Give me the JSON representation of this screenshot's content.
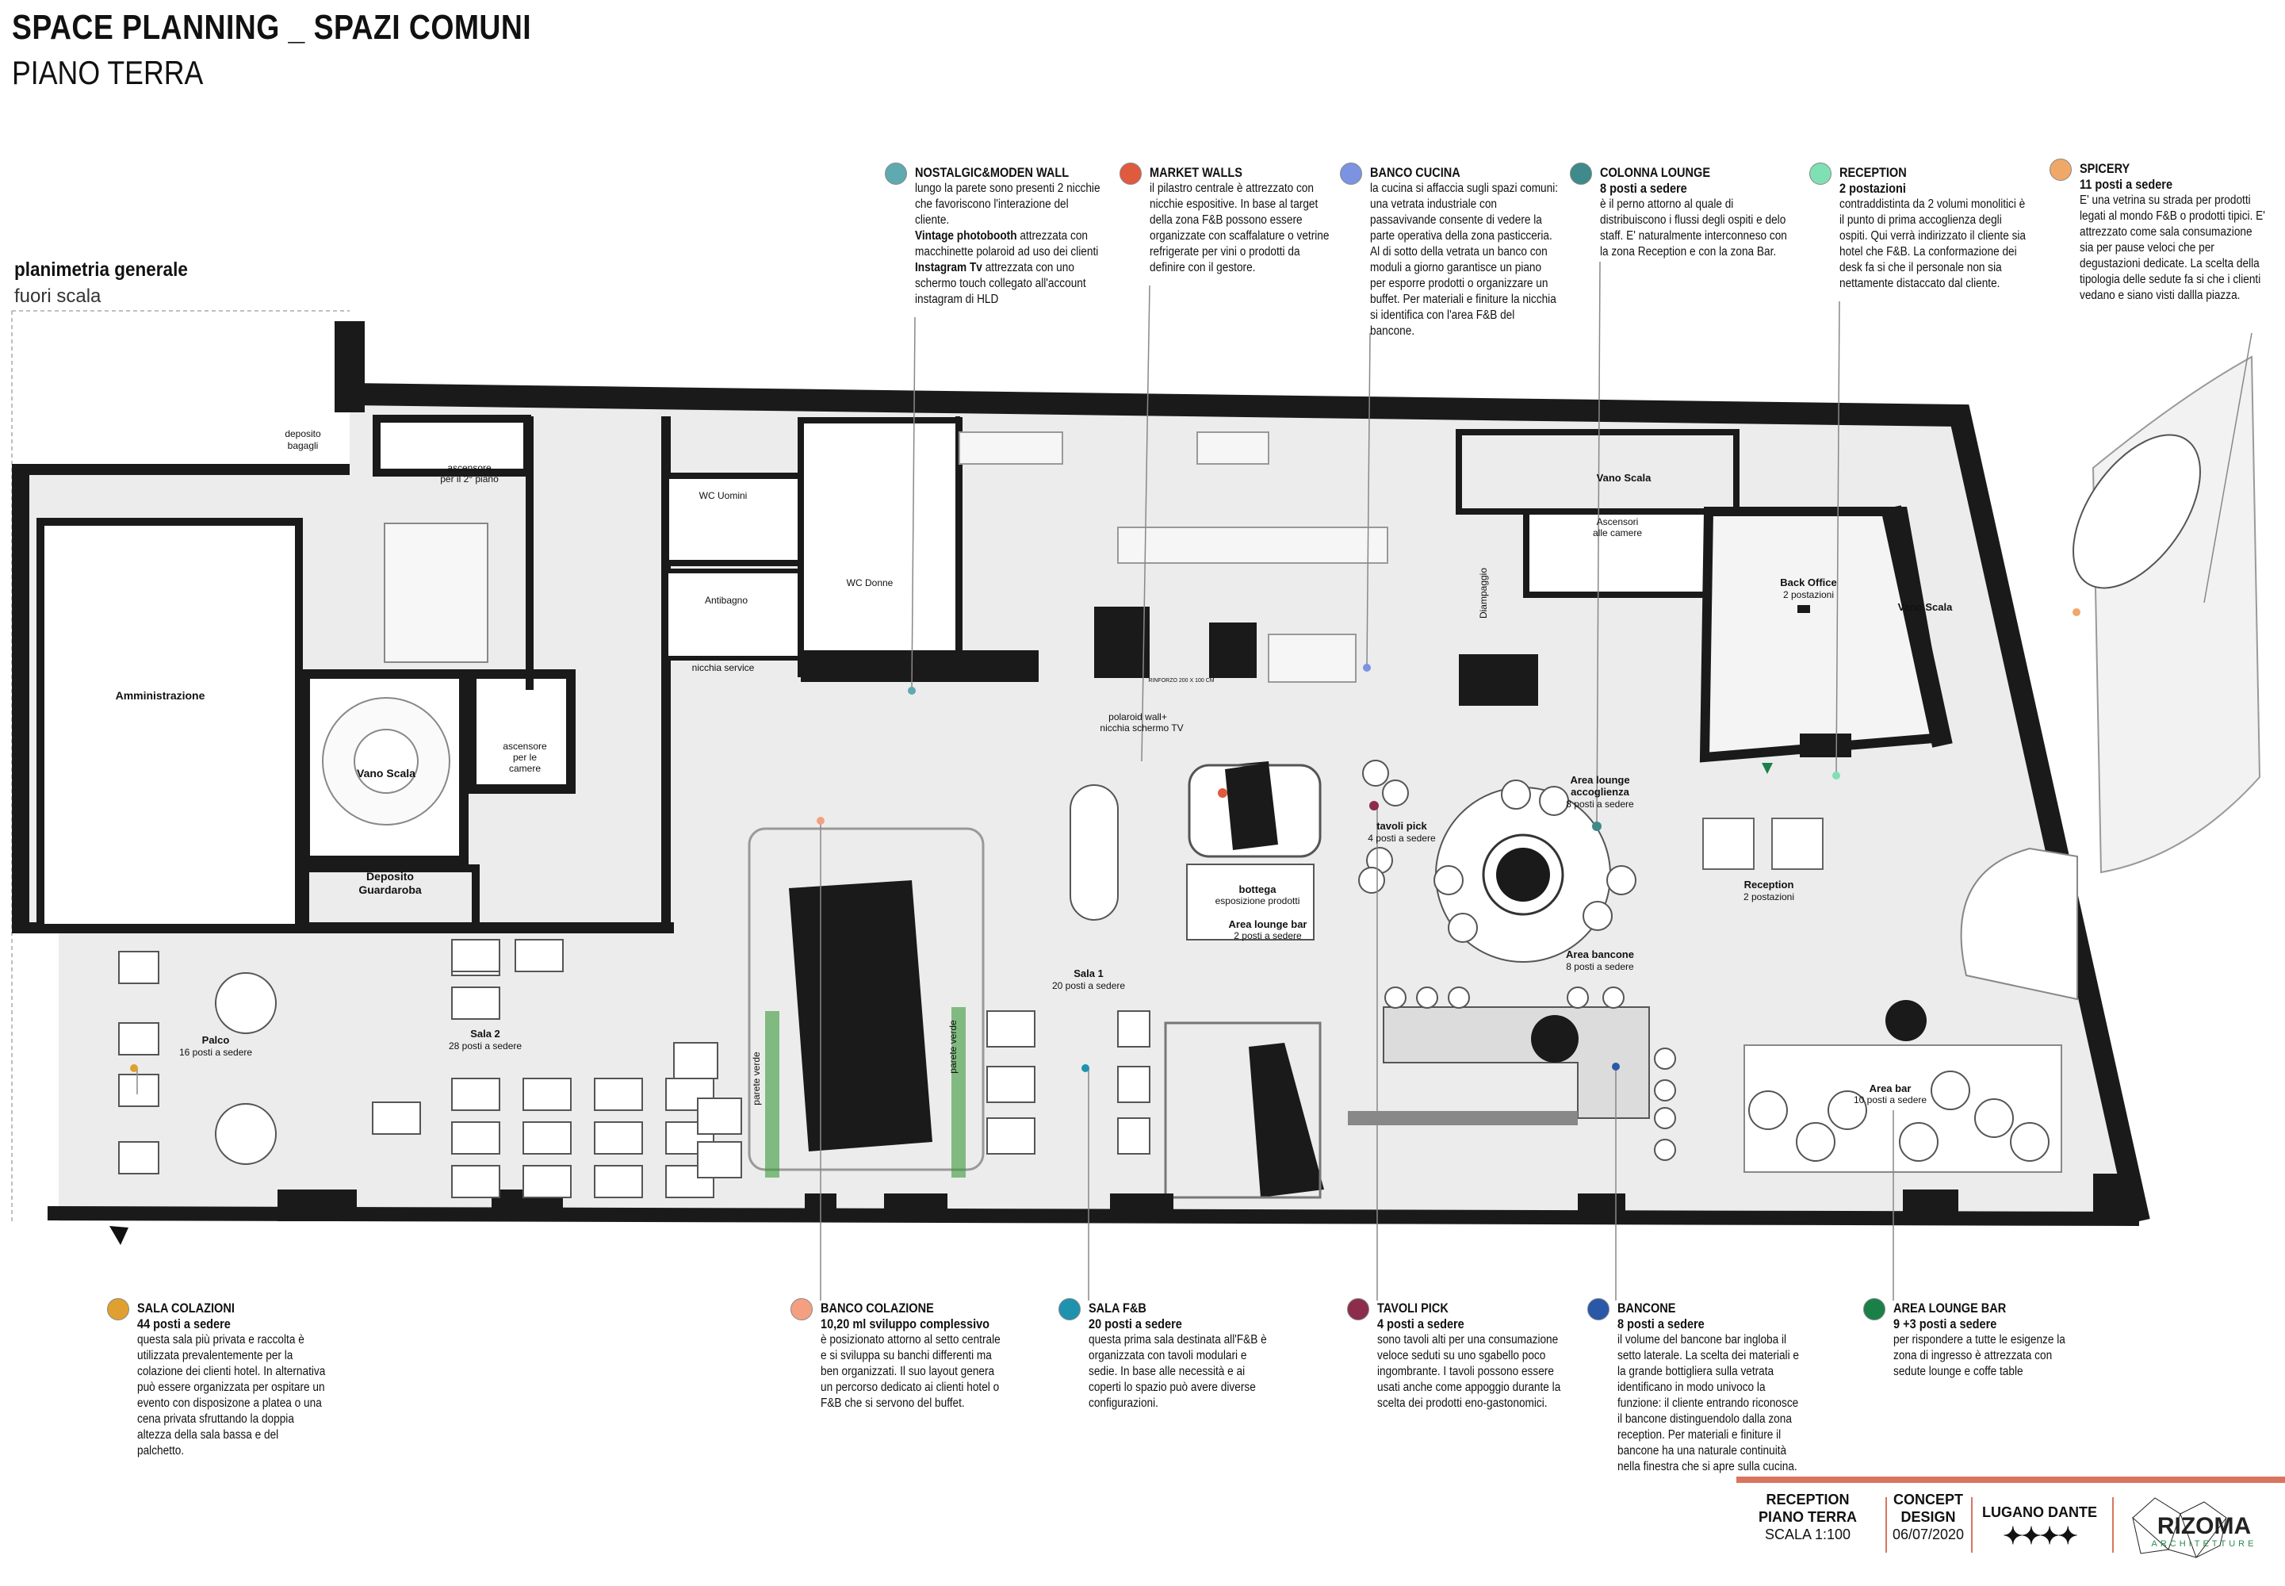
{
  "header": {
    "title": "SPACE PLANNING _ SPAZI COMUNI",
    "subtitle": "PIANO TERRA"
  },
  "plan": {
    "heading": "planimetria generale",
    "scale_note": "fuori scala"
  },
  "top_notes": [
    {
      "title": "NOSTALGIC&MODEN WALL",
      "color": "#5fa9b1",
      "lines": [
        "lungo la parete sono presenti 2 nicchie che favoriscono l'interazione del cliente."
      ],
      "b1": "Vintage photobooth",
      "t1": " attrezzata con macchinette polaroid ad uso dei clienti",
      "b2": "Instagram Tv",
      "t2": " attrezzata con uno schermo touch collegato all'account instagram di HLD"
    },
    {
      "title": "MARKET WALLS",
      "color": "#e05a3e",
      "text": "il pilastro centrale è attrezzato con nicchie espositive. In base al target della zona F&B possono essere organizzate con scaffalature o vetrine refrigerate per vini o prodotti da definire con il gestore."
    },
    {
      "title": "BANCO CUCINA",
      "color": "#7b93e0",
      "text": "la cucina si affaccia sugli spazi comuni: una vetrata industriale con passavivande consente di vedere la parte operativa della zona pasticceria. Al di sotto della vetrata un banco con moduli a giorno garantisce un piano per esporre prodotti o organizzare un buffet. Per materiali e finiture la nicchia si identifica con l'area F&B del bancone."
    },
    {
      "title": "COLONNA LOUNGE",
      "color": "#3f8a8a",
      "sub": "8 posti a sedere",
      "text": "è il perno attorno al quale di distribuiscono i flussi degli ospiti e delo staff. E' naturalmente interconneso con la zona Reception e con la zona Bar."
    },
    {
      "title": "RECEPTION",
      "color": "#7fe0b4",
      "sub": "2 postazioni",
      "text": "contraddistinta da 2 volumi monolitici è il punto di prima accoglienza degli ospiti. Qui verrà indirizzato il cliente sia hotel che F&B. La conformazione dei desk fa si che il personale non sia nettamente distaccato dal cliente."
    },
    {
      "title": "SPICERY",
      "color": "#f0a868",
      "sub": "11 posti a sedere",
      "text": "E' una vetrina su strada per prodotti legati al mondo F&B o prodotti tipici. E' attrezzato come sala consumazione sia per pause veloci che per degustazioni dedicate. La scelta della tipologia delle sedute fa si che i clienti vedano e siano visti dallla piazza."
    }
  ],
  "bottom_notes": [
    {
      "title": "SALA COLAZIONI",
      "color": "#e0a030",
      "sub": "44 posti a sedere",
      "text": "questa sala più privata e raccolta è utilizzata prevalentemente per la colazione dei clienti hotel. In alternativa può essere organizzata per ospitare un evento con disposizone a platea o una cena privata sfruttando la doppia altezza della sala bassa e del palchetto."
    },
    {
      "title": "BANCO COLAZIONE",
      "color": "#f4a080",
      "sub": "10,20 ml sviluppo complessivo",
      "text": "è posizionato attorno al setto centrale e si sviluppa su banchi differenti ma ben organizzati. Il suo layout genera un percorso dedicato ai clienti hotel o F&B che si servono del buffet."
    },
    {
      "title": "SALA F&B",
      "color": "#1f93ad",
      "sub": "20  posti a sedere",
      "text": "questa prima sala destinata all'F&B è organizzata con tavoli modulari e sedie. In base alle necessità e ai coperti lo spazio può avere diverse configurazioni."
    },
    {
      "title": "TAVOLI PICK",
      "color": "#8c2d4c",
      "sub": "4 posti a sedere",
      "text": "sono tavoli alti per una consumazione veloce seduti su uno sgabello poco ingombrante. I tavoli possono essere usati anche come appoggio durante la scelta dei prodotti eno-gastonomici."
    },
    {
      "title": "BANCONE",
      "color": "#2a58a8",
      "sub": "8 posti a sedere",
      "text": "il volume del bancone bar ingloba il setto laterale. La scelta dei materiali e la grande bottigliera sulla vetrata identificano in modo univoco la funzione: il cliente entrando riconosce il bancone distinguendolo dalla zona reception. Per materiali e finiture il bancone ha una naturale continuità nella finestra che si apre sulla cucina."
    },
    {
      "title": "AREA LOUNGE BAR",
      "color": "#1a8048",
      "sub": "9 +3  posti a sedere",
      "text": "per rispondere a tutte le esigenze la zona di ingresso è attrezzata con sedute lounge e coffe table"
    }
  ],
  "rooms": {
    "deposito": "deposito",
    "bagagli": "bagagli",
    "asc2a": "ascensore",
    "asc2b": "per il 2° piano",
    "amministrazione": "Amministrazione",
    "vano_scala": "Vano Scala",
    "ascCa": "ascensore",
    "ascCb": "per le",
    "ascCc": "camere",
    "depG1": "Deposito",
    "depG2": "Guardaroba",
    "wc_uomini": "WC Uomini",
    "wc_donne": "WC Donne",
    "antibagno": "Antibagno",
    "nicchia_service": "nicchia service",
    "vano_scala2": "Vano Scala",
    "asc_cam1": "Ascensori",
    "asc_cam2": "alle camere",
    "diampaggio": "Diampaggio",
    "back_office": "Back Office",
    "back_office_sub": "2 postazioni",
    "vano_scala3": "Vano Scala",
    "rinforzo": "RINFORZO 200 X 100 CM",
    "polaroid1": "polaroid wall+",
    "polaroid2": "nicchia schermo TV",
    "tavoli_pick": "tavoli pick",
    "tavoli_pick_sub": "4 posti a sedere",
    "lounge_acc1": "Area lounge",
    "lounge_acc2": "accoglienza",
    "lounge_acc_sub": "8 posti a sedere",
    "bottega": "bottega",
    "bottega_sub": "esposizione prodotti",
    "lounge_bar": "Area lounge bar",
    "lounge_bar_sub": "2 posti a sedere",
    "reception": "Reception",
    "reception_sub": "2 postazioni",
    "bancone": "Area bancone",
    "bancone_sub": "8 posti a sedere",
    "sala1": "Sala 1",
    "sala1_sub": "20 posti a sedere",
    "palco": "Palco",
    "palco_sub": "16 posti a sedere",
    "sala2": "Sala 2",
    "sala2_sub": "28 posti a sedere",
    "area_bar": "Area bar",
    "area_bar_sub": "10 posti a sedere",
    "parete_verde": "parete verde"
  },
  "title_block": {
    "c1a": "RECEPTION",
    "c1b": "PIANO TERRA",
    "c1c": "SCALA 1:100",
    "c2a": "CONCEPT",
    "c2b": "DESIGN",
    "c2c": "06/07/2020",
    "c3": "LUGANO DANTE",
    "stars": "✦✦✦✦",
    "logo": "RIZOMA",
    "logo_sub": "ARCHITETTURE",
    "accent": "#d87560"
  }
}
